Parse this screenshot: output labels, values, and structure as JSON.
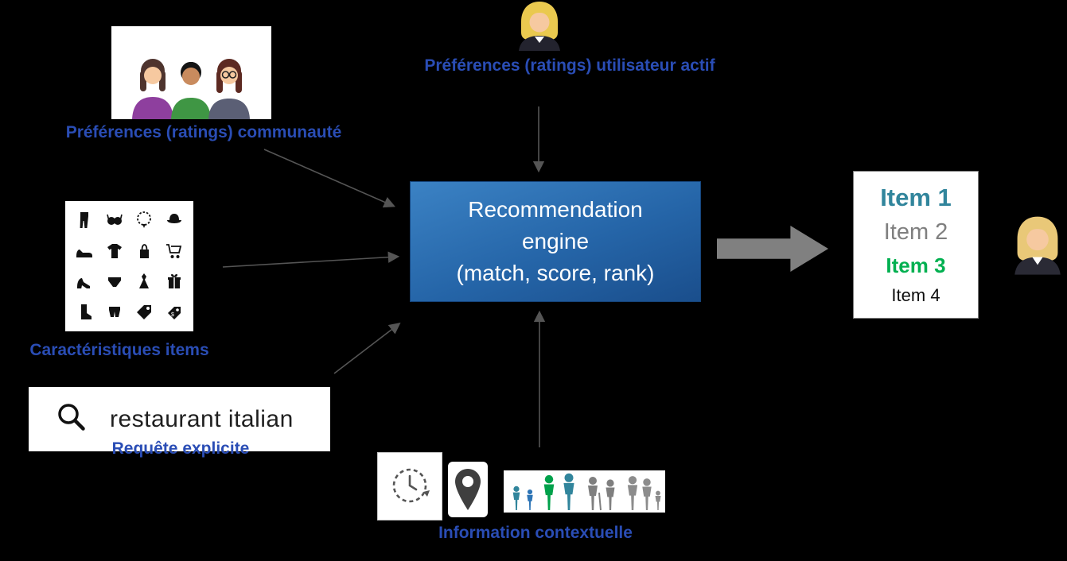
{
  "canvas": {
    "background": "#000000"
  },
  "colors": {
    "label_blue": "#2A4DB5",
    "engine_blue_top": "#3B82C4",
    "engine_blue_bottom": "#1A4E8C",
    "arrow_gray": "#555555",
    "block_arrow_gray": "#808080"
  },
  "active_user": {
    "label": "Préférences (ratings) utilisateur actif",
    "icon": "woman-avatar"
  },
  "community": {
    "label": "Préférences (ratings) communauté",
    "icon": "three-people-photo"
  },
  "item_features": {
    "label": "Caractéristiques items",
    "icons": [
      "pants-icon",
      "bra-icon",
      "necklace-icon",
      "hat-icon",
      "shoe-icon",
      "tshirt-icon",
      "handbag-icon",
      "cart-icon",
      "heel-icon",
      "panties-icon",
      "dress-icon",
      "gift-icon",
      "boot-icon",
      "shorts-icon",
      "tag-icon",
      "price-tag-icon"
    ]
  },
  "explicit_query": {
    "label": "Requête explicite",
    "query": "restaurant italian",
    "icon": "search-magnifier"
  },
  "context": {
    "label": "Information contextuelle",
    "icons": [
      "time-history-icon",
      "location-pin-icon",
      "demographics-people-icon"
    ]
  },
  "engine": {
    "line1": "Recommendation",
    "line2": "engine",
    "line3": "(match, score, rank)"
  },
  "results": {
    "items": [
      {
        "label": "Item 1",
        "color": "#31859C"
      },
      {
        "label": "Item 2",
        "color": "#7F7F7F"
      },
      {
        "label": "Item 3",
        "color": "#00B050"
      },
      {
        "label": "Item 4",
        "color": "#0D0D0D"
      }
    ]
  },
  "output_user": {
    "icon": "woman-avatar"
  }
}
